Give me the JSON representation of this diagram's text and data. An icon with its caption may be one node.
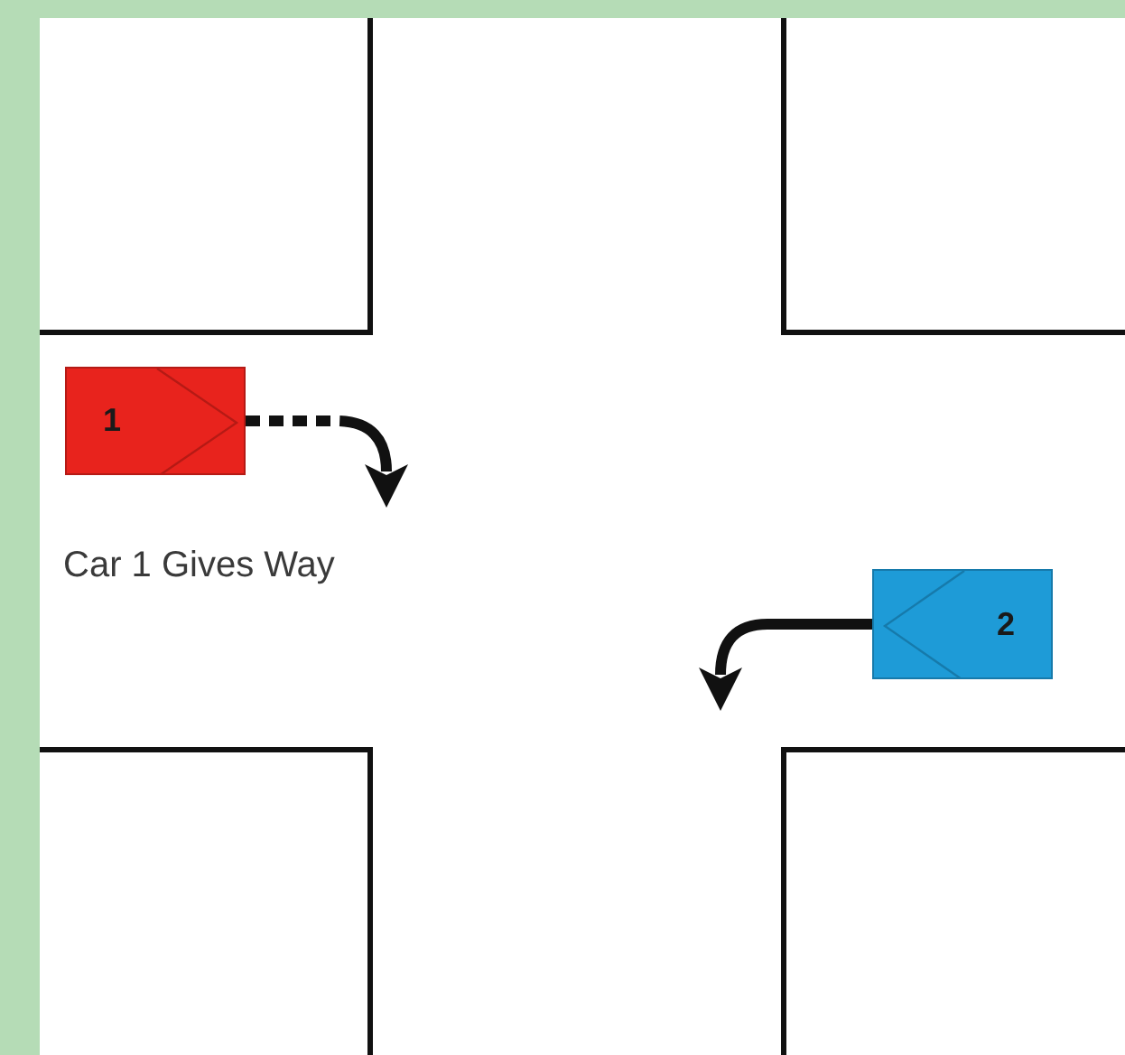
{
  "diagram": {
    "nodes": [
      {
        "text": [
          "1"
        ]
      },
      {
        "text": [
          "2"
        ]
      }
    ],
    "edges": [
      {
        "from": 0,
        "to": null,
        "arrow": "to",
        "style": "dashed"
      },
      {
        "from": 1,
        "to": null,
        "arrow": "to"
      }
    ],
    "labels": [
      "Car 1 Gives Way"
    ]
  }
}
